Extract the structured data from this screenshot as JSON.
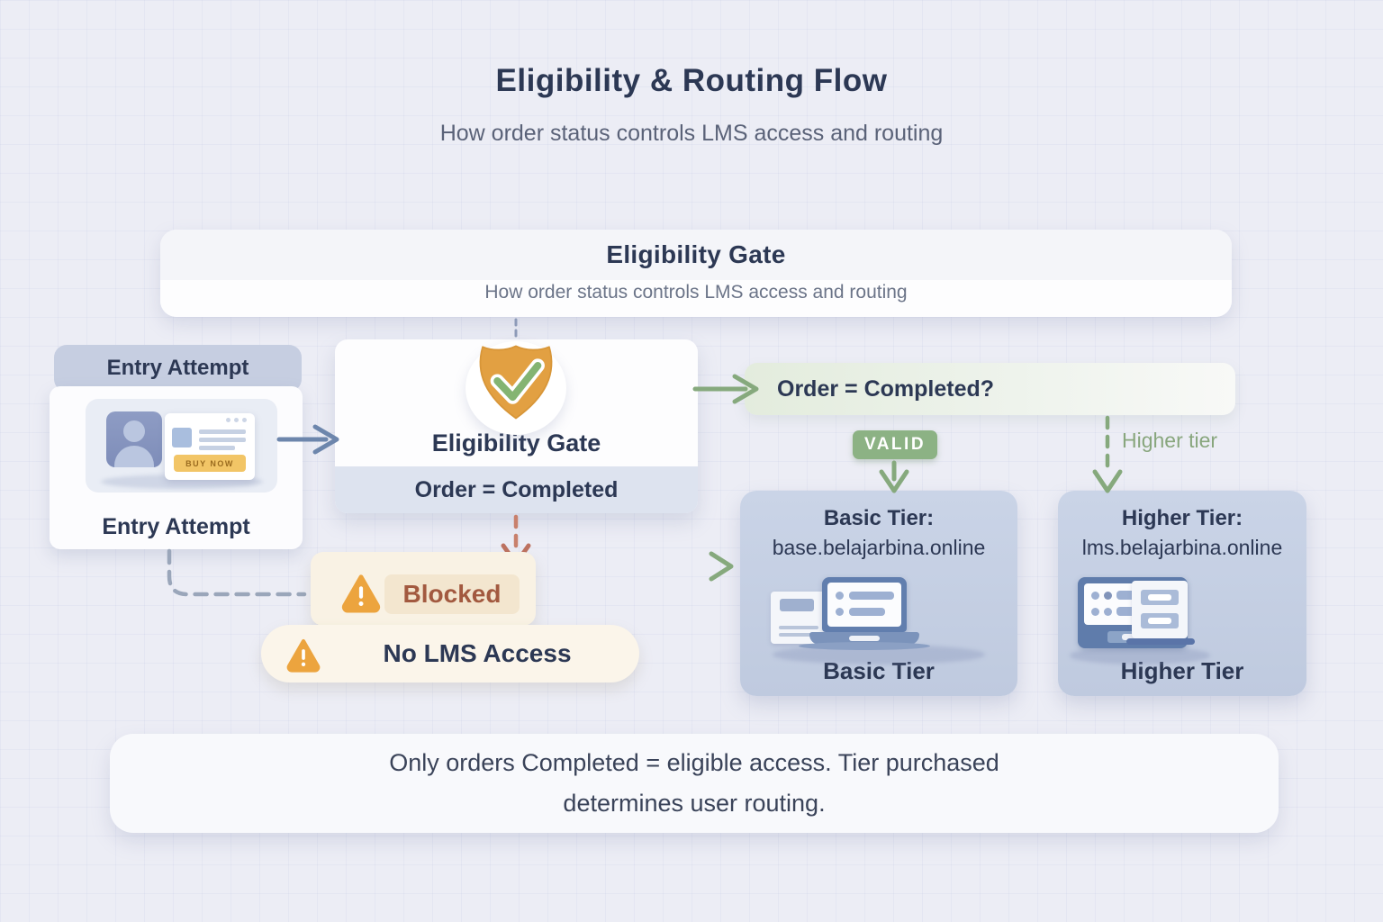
{
  "page": {
    "title": "Eligibility & Routing Flow",
    "subtitle": "How order status controls LMS access and routing"
  },
  "banner": {
    "title": "Eligibility Gate",
    "subtitle": "How order status controls LMS access and routing"
  },
  "entry": {
    "header": "Entry Attempt",
    "caption": "Entry Attempt",
    "buy_button": "BUY NOW"
  },
  "gate": {
    "title": "Eligibility Gate",
    "condition": "Order = Completed"
  },
  "decision": {
    "question": "Order = Completed?",
    "valid_badge": "VALID",
    "higher_tier_label": "Higher tier"
  },
  "tiers": {
    "basic": {
      "title": "Basic Tier:",
      "domain": "base.belajarbina.online",
      "caption": "Basic Tier"
    },
    "higher": {
      "title": "Higher Tier:",
      "domain": "lms.belajarbina.online",
      "caption": "Higher Tier"
    }
  },
  "blocked": {
    "label": "Blocked",
    "no_access": "No LMS Access"
  },
  "footer": {
    "line1": "Only orders Completed = eligible access. Tier purchased",
    "line2": "determines user routing."
  },
  "colors": {
    "background": "#ecedf5",
    "navy_text": "#2c3854",
    "accent_green": "#8cb284",
    "accent_orange": "#eca43e",
    "accent_red": "#c8806c",
    "accent_blue": "#6d86ac",
    "tier_card": "#c5d0e3",
    "warning_cream": "#f9f2e4"
  }
}
